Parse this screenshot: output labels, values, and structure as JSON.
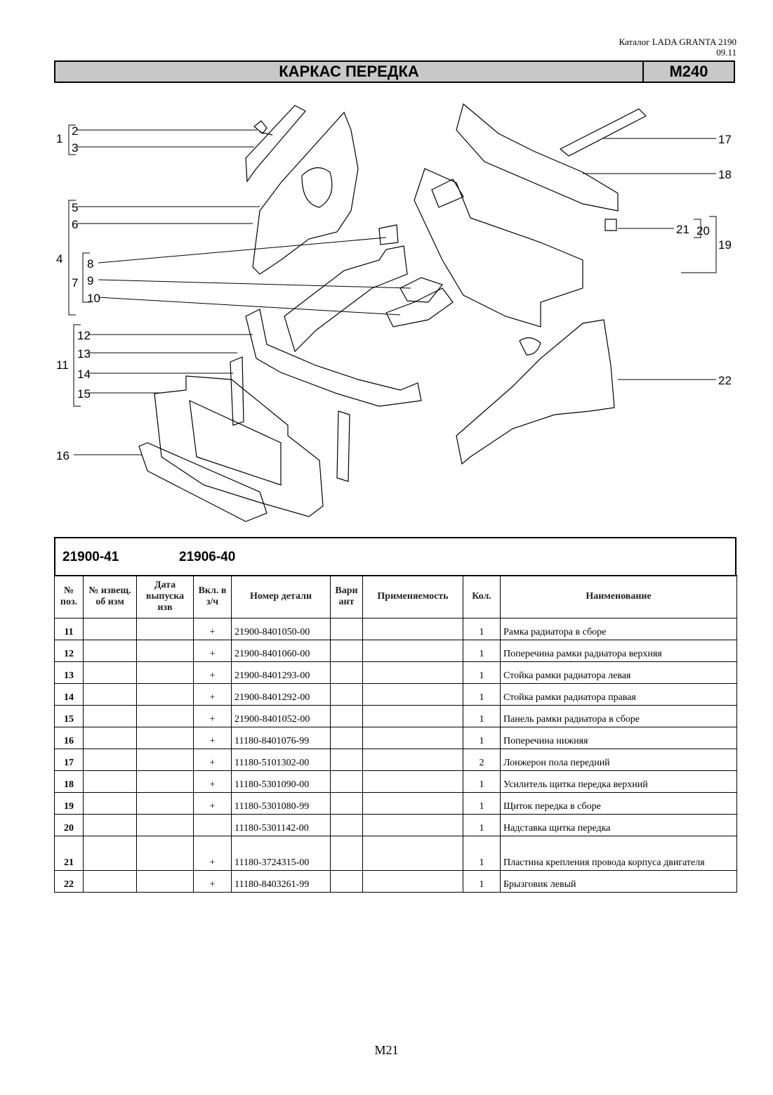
{
  "header": {
    "catalog": "Каталог LADA GRANTA 2190",
    "date": "09.11"
  },
  "title": {
    "name": "КАРКАС ПЕРЕДКА",
    "code": "М240"
  },
  "callouts": [
    "1",
    "2",
    "3",
    "4",
    "5",
    "6",
    "7",
    "8",
    "9",
    "10",
    "11",
    "12",
    "13",
    "14",
    "15",
    "16",
    "17",
    "18",
    "19",
    "20",
    "21",
    "22"
  ],
  "models": [
    "21900-41",
    "21906-40"
  ],
  "table": {
    "headers": {
      "pos": "№ поз.",
      "notice": "№ извещ. об изм",
      "date": "Дата выпуска изв",
      "incl": "Вкл. в з/ч",
      "part": "Номер детали",
      "variant": "Вари ант",
      "applicability": "Применяемость",
      "qty": "Кол.",
      "name": "Наименование"
    },
    "rows": [
      {
        "pos": "11",
        "incl": "+",
        "part": "21900-8401050-00",
        "qty": "1",
        "name": "Рамка радиатора в сборе"
      },
      {
        "pos": "12",
        "incl": "+",
        "part": "21900-8401060-00",
        "qty": "1",
        "name": "Поперечина рамки радиатора верхняя"
      },
      {
        "pos": "13",
        "incl": "+",
        "part": "21900-8401293-00",
        "qty": "1",
        "name": "Стойка рамки радиатора левая"
      },
      {
        "pos": "14",
        "incl": "+",
        "part": "21900-8401292-00",
        "qty": "1",
        "name": "Стойка рамки радиатора правая"
      },
      {
        "pos": "15",
        "incl": "+",
        "part": "21900-8401052-00",
        "qty": "1",
        "name": "Панель рамки радиатора в сборе"
      },
      {
        "pos": "16",
        "incl": "+",
        "part": "11180-8401076-99",
        "qty": "1",
        "name": "Поперечина нижняя"
      },
      {
        "pos": "17",
        "incl": "+",
        "part": "11180-5101302-00",
        "qty": "2",
        "name": "Лонжерон пола передний"
      },
      {
        "pos": "18",
        "incl": "+",
        "part": "11180-5301090-00",
        "qty": "1",
        "name": "Усилитель щитка передка верхний"
      },
      {
        "pos": "19",
        "incl": "+",
        "part": "11180-5301080-99",
        "qty": "1",
        "name": "Щиток передка в сборе"
      },
      {
        "pos": "20",
        "incl": "",
        "part": "11180-5301142-00",
        "qty": "1",
        "name": "Надставка щитка передка"
      },
      {
        "pos": "21",
        "incl": "+",
        "part": "11180-3724315-00",
        "qty": "1",
        "name": "Пластина крепления провода корпуса двигателя"
      },
      {
        "pos": "22",
        "incl": "+",
        "part": "11180-8403261-99",
        "qty": "1",
        "name": "Брызговик левый"
      }
    ]
  },
  "footer": {
    "page": "М21"
  }
}
